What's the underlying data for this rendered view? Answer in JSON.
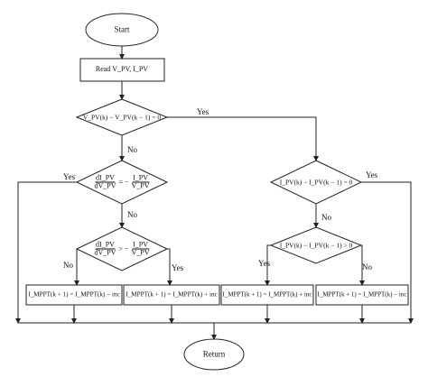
{
  "flowchart": {
    "start": "Start",
    "read": "Read V_PV, I_PV",
    "cond_dv_zero": "V_PV(k) − V_PV(k − 1) = 0",
    "cond_didv_eq": {
      "lhs_num": "dI_PV",
      "lhs_den": "dV_PV",
      "op": "= −",
      "rhs_num": "I_PV",
      "rhs_den": "V_PV"
    },
    "cond_didv_gt": {
      "lhs_num": "dI_PV",
      "lhs_den": "dV_PV",
      "op": "> −",
      "rhs_num": "I_PV",
      "rhs_den": "V_PV"
    },
    "cond_di_zero": "I_PV(k) − I_PV(k − 1) = 0",
    "cond_di_gt": "I_PV(k) − I_PV(k − 1) > 0",
    "action_1": "I_MPPT(k + 1) = I_MPPT(k) − inc",
    "action_2": "I_MPPT(k + 1) = I_MPPT(k) + inc",
    "action_3": "I_MPPT(k + 1) = I_MPPT(k) + inc",
    "action_4": "I_MPPT(k + 1) = I_MPPT(k) − inc",
    "end": "Return",
    "labels": {
      "yes_dv": "Yes",
      "no_dv": "No",
      "yes_eq": "Yes",
      "no_eq": "No",
      "no_gt": "No",
      "yes_gt": "Yes",
      "no_di": "No",
      "yes_di": "Yes",
      "yes_digt": "Yes",
      "no_digt": "No"
    }
  }
}
